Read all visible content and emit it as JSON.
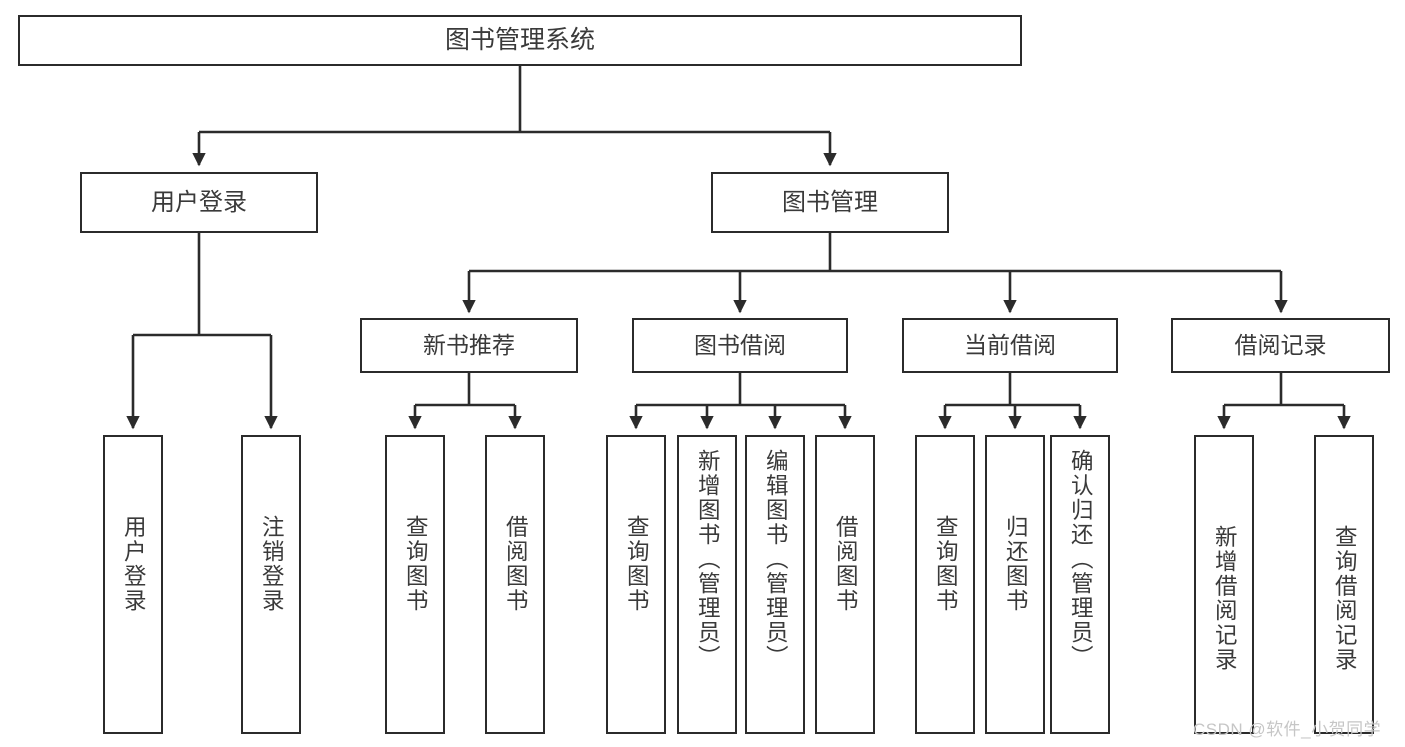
{
  "diagram": {
    "type": "tree-hierarchy-chart",
    "title": "图书管理系统",
    "stroke_color": "#2b2b2b",
    "text_color": "#3a3a3a",
    "background_color": "#ffffff",
    "root": {
      "label": "图书管理系统"
    },
    "level1": [
      {
        "label": "用户登录"
      },
      {
        "label": "图书管理"
      }
    ],
    "level2": [
      {
        "label": "新书推荐"
      },
      {
        "label": "图书借阅"
      },
      {
        "label": "当前借阅"
      },
      {
        "label": "借阅记录"
      }
    ],
    "leaves": {
      "user_login": [
        {
          "label": "用户登录"
        },
        {
          "label": "注销登录"
        }
      ],
      "new_book_recommend": [
        {
          "label": "查询图书"
        },
        {
          "label": "借阅图书"
        }
      ],
      "book_borrow": [
        {
          "label": "查询图书"
        },
        {
          "label": "新增图书（管理员）"
        },
        {
          "label": "编辑图书（管理员）"
        },
        {
          "label": "借阅图书"
        }
      ],
      "current_borrow": [
        {
          "label": "查询图书"
        },
        {
          "label": "归还图书"
        },
        {
          "label": "确认归还（管理员）"
        }
      ],
      "borrow_record": [
        {
          "label": "新增借阅记录"
        },
        {
          "label": "查询借阅记录"
        }
      ]
    }
  },
  "watermark": {
    "text": "CSDN @软件_小贺同学"
  }
}
